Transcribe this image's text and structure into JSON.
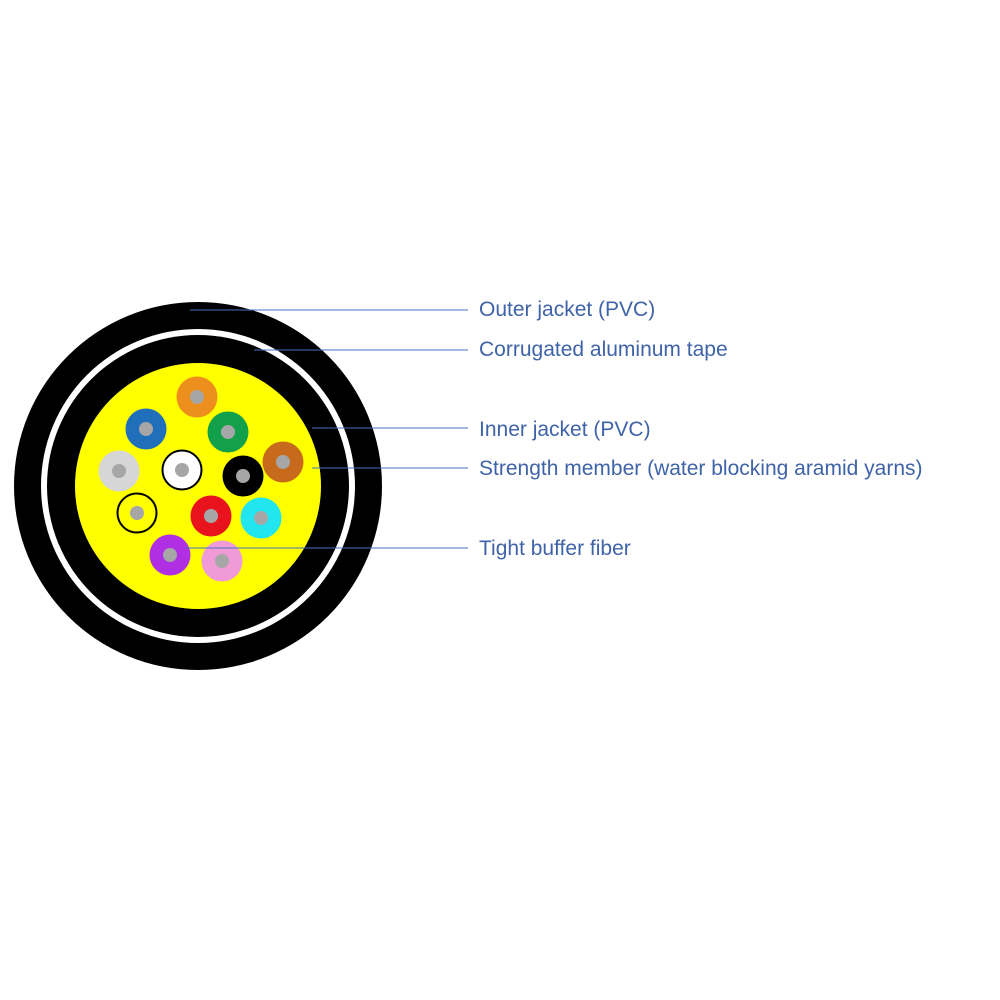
{
  "labels": {
    "outer_jacket": "Outer jacket (PVC)",
    "aluminum_tape": "Corrugated aluminum tape",
    "inner_jacket": "Inner jacket (PVC)",
    "strength_member": "Strength member (water blocking aramid yarns)",
    "tight_buffer_fiber": "Tight buffer fiber"
  },
  "colors": {
    "outer_jacket": "#000000",
    "aluminum_tape": "#ffffff",
    "inner_jacket": "#000000",
    "strength_member": "#ffff00",
    "fiber_core": "#a6a6a6",
    "leader_line": "#4472c4",
    "label_text": "#3f63a8"
  },
  "fibers": [
    {
      "color": "#ed8f1c",
      "outline": false
    },
    {
      "color": "#1f6fba",
      "outline": false
    },
    {
      "color": "#13a04b",
      "outline": false
    },
    {
      "color": "#d6d6d6",
      "outline": false
    },
    {
      "color": "#ffffff",
      "outline": true
    },
    {
      "color": "#000000",
      "outline": false
    },
    {
      "color": "#c86a1c",
      "outline": false
    },
    {
      "color": "#ffff00",
      "outline": true
    },
    {
      "color": "#e8131d",
      "outline": false
    },
    {
      "color": "#22e6ef",
      "outline": false
    },
    {
      "color": "#b02ee4",
      "outline": false
    },
    {
      "color": "#f09ad8",
      "outline": false
    }
  ]
}
